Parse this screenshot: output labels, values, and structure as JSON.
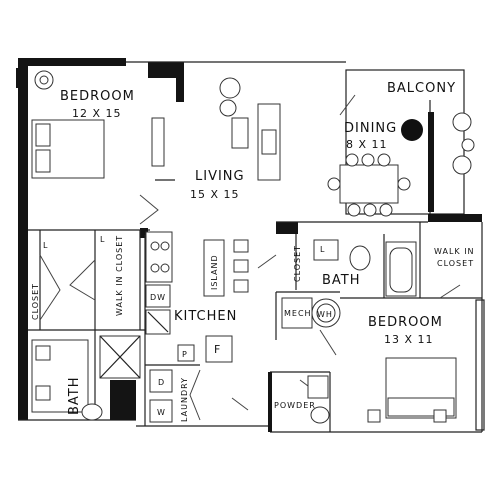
{
  "plan": {
    "rooms": {
      "bedroom1": {
        "name": "BEDROOM",
        "dims": "12 X 15"
      },
      "living": {
        "name": "LIVING",
        "dims": "15 X 15"
      },
      "balcony": {
        "name": "BALCONY"
      },
      "dining": {
        "name": "DINING",
        "dims": "8 X 11"
      },
      "kitchen": {
        "name": "KITCHEN"
      },
      "island": {
        "name": "ISLAND"
      },
      "walk_in_closet1": {
        "name": "WALK IN CLOSET"
      },
      "closet_left": {
        "name": "CLOSET"
      },
      "bath_left": {
        "name": "BATH"
      },
      "laundry": {
        "name": "LAUNDRY"
      },
      "bath_right": {
        "name": "BATH"
      },
      "closet_right": {
        "name": "CLOSET"
      },
      "walk_in_closet2": {
        "name": "WALK IN",
        "name2": "CLOSET"
      },
      "bedroom2": {
        "name": "BEDROOM",
        "dims": "13 X 11"
      },
      "powder": {
        "name": "POWDER"
      },
      "mech": {
        "name": "MECH"
      }
    },
    "appliances": {
      "dw": "DW",
      "p": "P",
      "f": "F",
      "d": "D",
      "w": "W",
      "wh": "WH",
      "linen1": "L",
      "linen2": "L",
      "linen3": "L"
    }
  }
}
